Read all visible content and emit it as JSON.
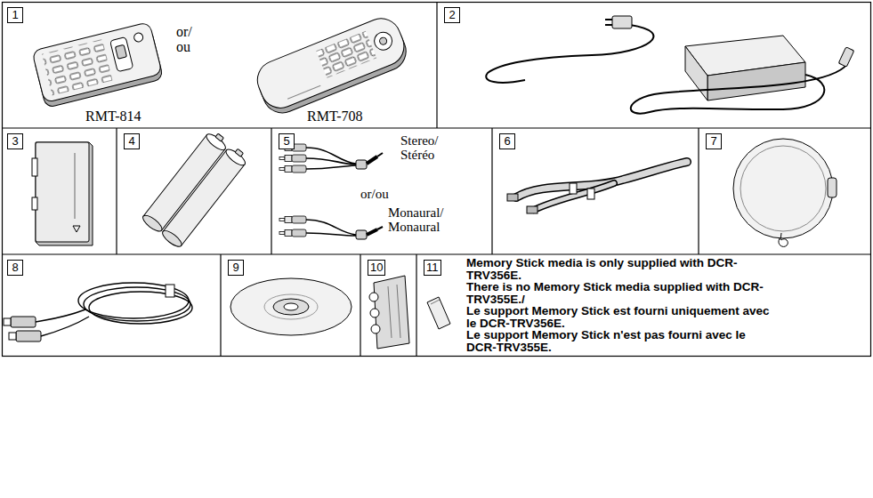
{
  "diagram": {
    "nodes": [
      {
        "text": [
          "1"
        ]
      },
      {
        "text": [
          "2"
        ]
      },
      {
        "text": [
          "3"
        ]
      },
      {
        "text": [
          "4"
        ]
      },
      {
        "text": [
          "5"
        ]
      },
      {
        "text": [
          "6"
        ]
      },
      {
        "text": [
          "7"
        ]
      },
      {
        "text": [
          "8"
        ]
      },
      {
        "text": [
          "9"
        ]
      },
      {
        "text": [
          "10"
        ]
      },
      {
        "text": [
          "11"
        ]
      }
    ],
    "labels": [
      "RMT-814",
      "or/ ou",
      "RMT-708",
      "Stereo/ Stéréo",
      "or/ou",
      "Monaural/ Monaural",
      "Memory Stick media is only supplied with DCR-TRV356E.",
      "There is no Memory Stick media supplied with DCR-TRV355E./",
      "Le support Memory Stick est fourni uniquement avec le DCR-TRV356E.",
      "Le support Memory Stick n'est pas fourni avec le DCR-TRV355E."
    ]
  }
}
